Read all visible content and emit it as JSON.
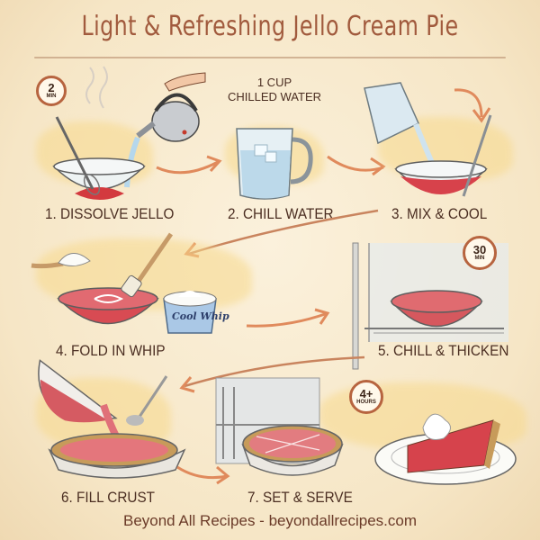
{
  "title": "Light & Refreshing Jello Cream Pie",
  "steps": [
    {
      "label": "1. DISSOLVE JELLO",
      "timer": {
        "value": "2",
        "unit": "MIN"
      }
    },
    {
      "label": "2. CHILL WATER",
      "note_line1": "1 CUP",
      "note_line2": "CHILLED WATER"
    },
    {
      "label": "3. MIX & COOL"
    },
    {
      "label": "4. FOLD IN WHIP",
      "product_label": "Cool Whip"
    },
    {
      "label": "5. CHILL & THICKEN",
      "timer": {
        "value": "30",
        "unit": "MIN"
      }
    },
    {
      "label": "6. FILL CRUST"
    },
    {
      "label": "7. SET & SERVE",
      "timer": {
        "value": "4+",
        "unit": "HOURS"
      }
    }
  ],
  "footer": "Beyond All Recipes - beyondallrecipes.com",
  "colors": {
    "title": "#a15a3d",
    "text": "#4b2e22",
    "arrow": "#e08a5c",
    "jello": "#d9464f",
    "background": "#f8ead0"
  }
}
